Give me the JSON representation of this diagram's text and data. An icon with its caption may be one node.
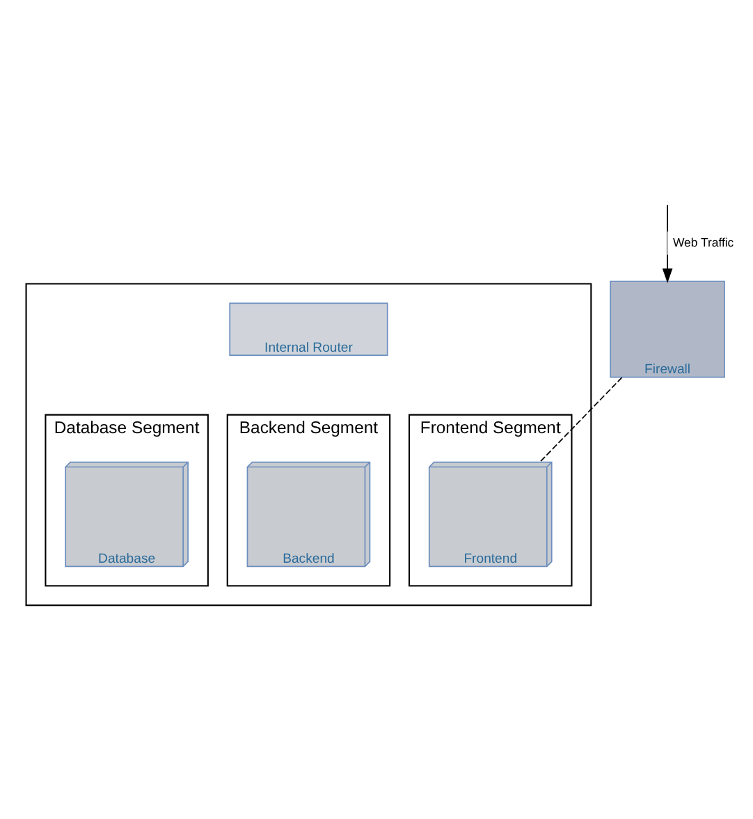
{
  "diagram": {
    "nodes": [
      {
        "text": [
          "Firewall"
        ]
      },
      {
        "text": [],
        "shape": "box"
      },
      {
        "text": [
          "Internal Router"
        ],
        "in": 1
      },
      {
        "text": [
          "Database Segment"
        ],
        "in": 1
      },
      {
        "text": [
          "Database"
        ],
        "in": 3
      },
      {
        "text": [
          "Backend Segment"
        ],
        "in": 1
      },
      {
        "text": [
          "Backend"
        ],
        "in": 5
      },
      {
        "text": [
          "Frontend Segment"
        ],
        "in": 1
      },
      {
        "text": [
          "Frontend"
        ],
        "in": 7
      }
    ],
    "edges": [
      {
        "from": null,
        "to": 0,
        "arrow": "to",
        "label": "Web Traffic"
      },
      {
        "from": 0,
        "to": 8,
        "arrow": "none",
        "style": "dashed"
      }
    ]
  }
}
